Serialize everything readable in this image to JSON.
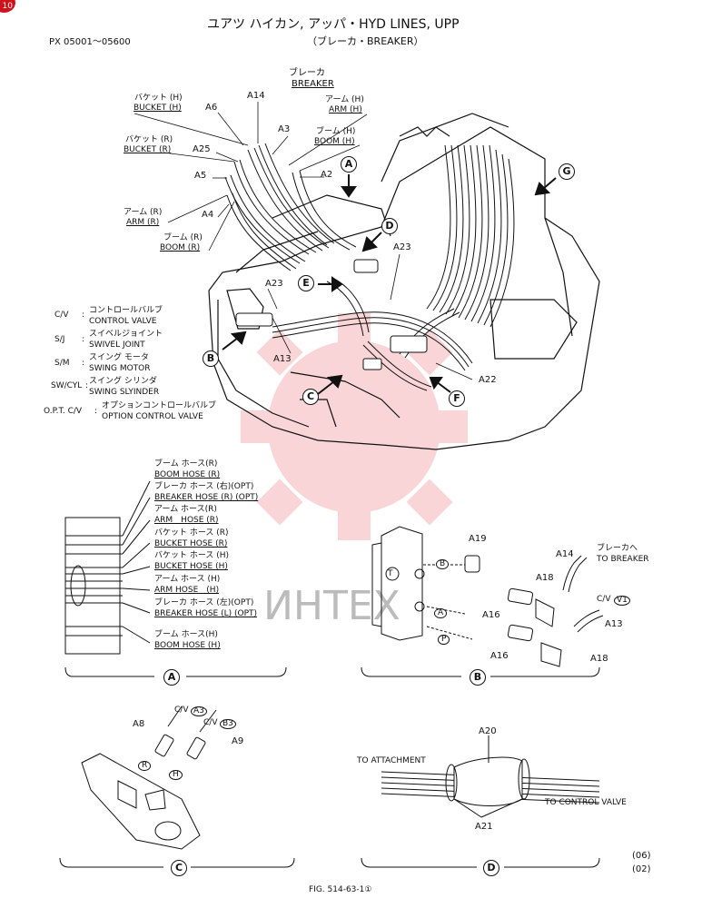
{
  "page_badge": "10",
  "title": "ユアツ ハイカン, アッパ・HYD LINES, UPP",
  "subtitle": "（ブレーカ・BREAKER）",
  "model_range": "PX 05001～05600",
  "watermark": "ИНТЕХ",
  "main_labels": {
    "breaker_jp": "ブレーカ",
    "breaker_en": "BREAKER",
    "bucket_h_jp": "バケット (H)",
    "bucket_h_en": "BUCKET (H)",
    "bucket_r_jp": "バケット (R)",
    "bucket_r_en": "BUCKET (R)",
    "arm_h_jp": "アーム (H)",
    "arm_h_en": "ARM (H)",
    "boom_h_jp": "ブーム (H)",
    "boom_h_en": "BOOM (H)",
    "arm_r_jp": "アーム (R)",
    "arm_r_en": "ARM (R)",
    "boom_r_jp": "ブーム (R)",
    "boom_r_en": "BOOM (R)",
    "a14": "A14",
    "a6": "A6",
    "a3": "A3",
    "a25": "A25",
    "a2": "A2",
    "a5": "A5",
    "a4": "A4",
    "a23a": "A23",
    "a23b": "A23",
    "a13": "A13",
    "a22": "A22"
  },
  "callouts": {
    "a": "A",
    "b": "B",
    "c": "C",
    "d": "D",
    "e": "E",
    "f": "F",
    "g": "G"
  },
  "legend": [
    {
      "abbr": "C/V",
      "jp": "コントロールバルブ",
      "en": "CONTROL VALVE"
    },
    {
      "abbr": "S/J",
      "jp": "スイベルジョイント",
      "en": "SWIVEL JOINT"
    },
    {
      "abbr": "S/M",
      "jp": "スイング モータ",
      "en": "SWING MOTOR"
    },
    {
      "abbr": "SW/CYL",
      "jp": "スイング シリンダ",
      "en": "SWING SLYINDER"
    },
    {
      "abbr": "O.P.T. C/V",
      "jp": "オプションコントロールバルブ",
      "en": "OPTION CONTROL VALVE"
    }
  ],
  "detail_a_hoses": [
    {
      "jp": "ブーム ホース(R)",
      "en": "BOOM HOSE (R)"
    },
    {
      "jp": "ブレーカ ホース (右)(OPT)",
      "en": "BREAKER HOSE (R) (OPT)"
    },
    {
      "jp": "アーム ホース(R)",
      "en": "ARM　HOSE (R)"
    },
    {
      "jp": "バケット ホース (R)",
      "en": "BUCKET HOSE (R)"
    },
    {
      "jp": "バケット ホース (H)",
      "en": "BUCKET HOSE (H)"
    },
    {
      "jp": "アーム ホース (H)",
      "en": "ARM HOSE　(H)"
    },
    {
      "jp": "ブレーカ ホース (左)(OPT)",
      "en": "BREAKER HOSE (L) (OPT)"
    },
    {
      "jp": "ブーム ホース(H)",
      "en": "BOOM HOSE (H)"
    }
  ],
  "detail_b": {
    "a19": "A19",
    "a14": "A14",
    "a18a": "A18",
    "a16a": "A16",
    "a16b": "A16",
    "a13": "A13",
    "a18b": "A18",
    "to_breaker_jp": "ブレーカへ",
    "to_breaker_en": "TO BREAKER",
    "cv": "C/V",
    "cv_port": "V1",
    "port_b": "B",
    "port_a": "A",
    "port_p": "P",
    "port_t": "T"
  },
  "detail_c": {
    "a8": "A8",
    "a9": "A9",
    "cv1": "C/V",
    "cv1_port": "A3",
    "cv2": "C/V",
    "cv2_port": "B3",
    "port_r": "R",
    "port_h": "H"
  },
  "detail_d": {
    "a20": "A20",
    "a21": "A21",
    "to_attachment": "TO ATTACHMENT",
    "to_control_valve": "TO CONTROL VALVE"
  },
  "detail_titles": {
    "a": "A",
    "b": "B",
    "c": "C",
    "d": "D"
  },
  "footer": {
    "code1": "(06)",
    "code2": "(02)",
    "fig": "FIG. 514-63-1①"
  }
}
